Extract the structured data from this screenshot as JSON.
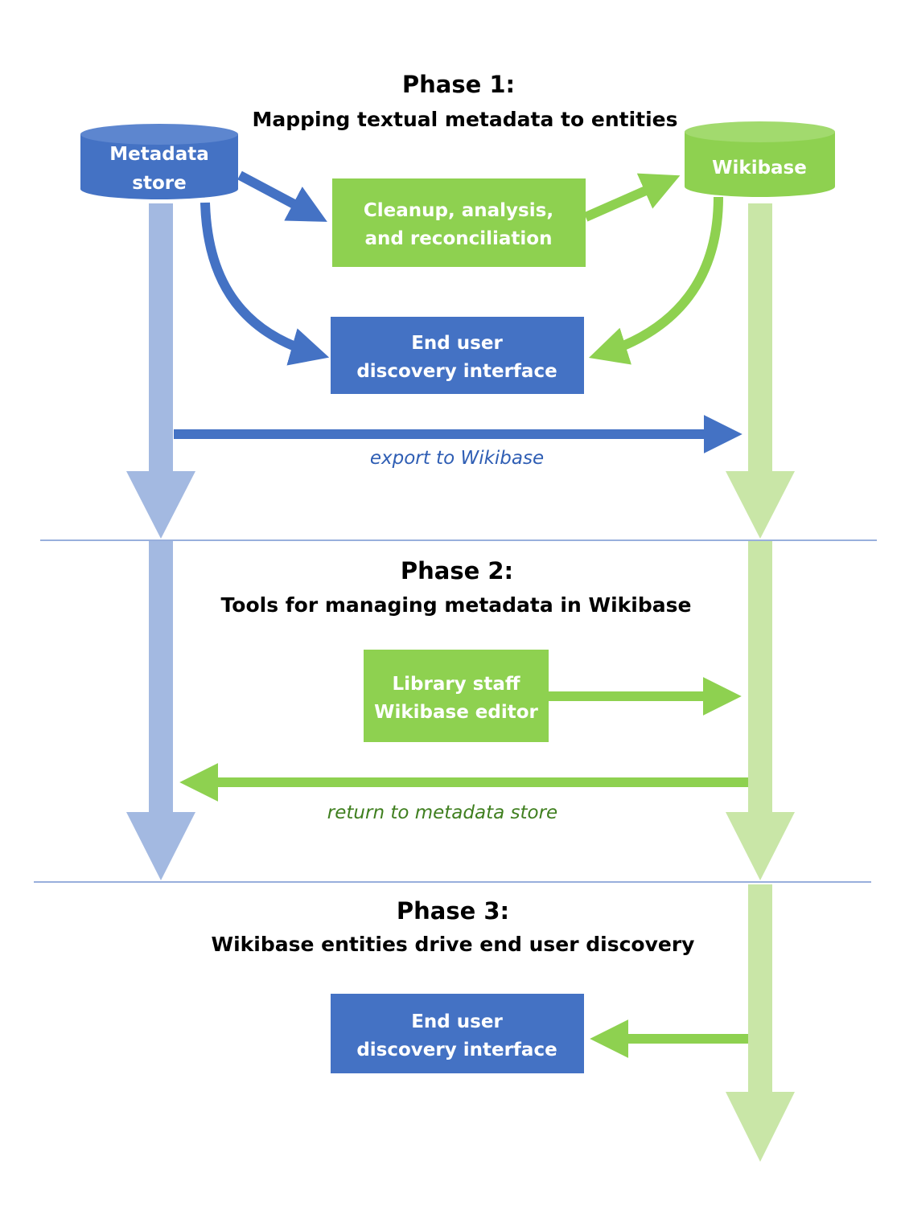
{
  "colors": {
    "blue": "#4472C4",
    "green": "#8ED150",
    "light_blue": "#A3B9E1",
    "light_green": "#C9E6A7",
    "divider": "#5B7FC7",
    "label_blue": "#2F5EB4",
    "label_green": "#3F7F1F"
  },
  "phase1": {
    "title": "Phase 1:",
    "subtitle": "Mapping textual metadata to entities",
    "metadata_store": {
      "line1": "Metadata",
      "line2": "store"
    },
    "wikibase": {
      "label": "Wikibase"
    },
    "cleanup_box": {
      "line1": "Cleanup, analysis,",
      "line2": "and reconciliation"
    },
    "discovery_box": {
      "line1": "End user",
      "line2": "discovery interface"
    },
    "export_label": "export to Wikibase"
  },
  "phase2": {
    "title": "Phase 2:",
    "subtitle": "Tools for managing metadata in Wikibase",
    "editor_box": {
      "line1": "Library staff",
      "line2": "Wikibase editor"
    },
    "return_label": "return to metadata store"
  },
  "phase3": {
    "title": "Phase 3:",
    "subtitle": "Wikibase entities drive end user discovery",
    "discovery_box": {
      "line1": "End user",
      "line2": "discovery interface"
    }
  }
}
